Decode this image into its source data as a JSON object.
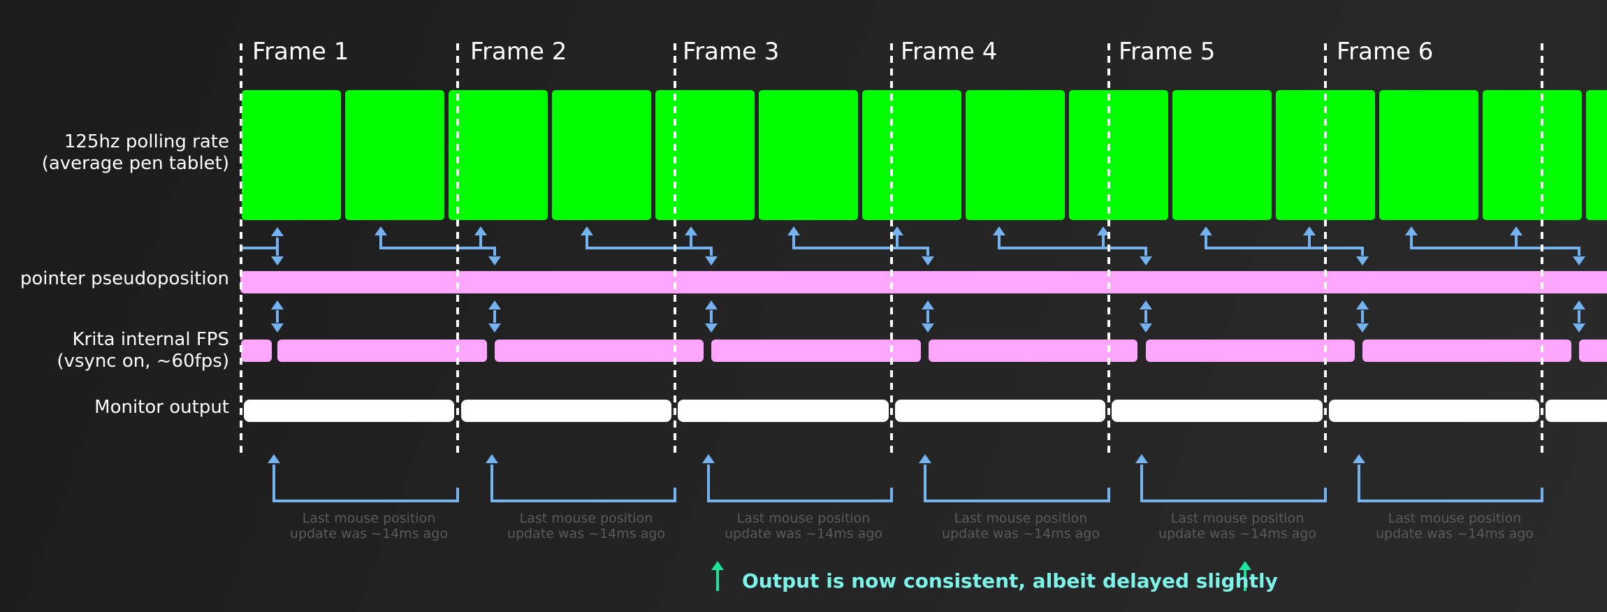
{
  "colors": {
    "poll_bar": "#00ff00",
    "pseudo_bar": "#ffa6ff",
    "fps_bar": "#ffa6ff",
    "monitor_bar": "#ffffff",
    "arrow": "#74b2f0",
    "note": "#7df2e6",
    "note_arrow": "#1fe39d",
    "caption": "#5a5a5a"
  },
  "rows": {
    "polling": {
      "label_1": "125hz polling rate",
      "label_2": "(average pen tablet)"
    },
    "pseudoposition": {
      "label_1": "pointer pseudoposition"
    },
    "fps": {
      "label_1": "Krita internal FPS",
      "label_2": "(vsync on, ~60fps)"
    },
    "monitor": {
      "label_1": "Monitor output"
    }
  },
  "frames": [
    {
      "title": "Frame 1",
      "caption_1": "Last mouse position",
      "caption_2": "update was ~14ms ago"
    },
    {
      "title": "Frame 2",
      "caption_1": "Last mouse position",
      "caption_2": "update was ~14ms ago"
    },
    {
      "title": "Frame 3",
      "caption_1": "Last mouse position",
      "caption_2": "update was ~14ms ago"
    },
    {
      "title": "Frame 4",
      "caption_1": "Last mouse position",
      "caption_2": "update was ~14ms ago"
    },
    {
      "title": "Frame 5",
      "caption_1": "Last mouse position",
      "caption_2": "update was ~14ms ago"
    },
    {
      "title": "Frame 6",
      "caption_1": "Last mouse position",
      "caption_2": "update was ~14ms ago"
    }
  ],
  "note": {
    "text": "Output is now consistent, albeit delayed slightly"
  }
}
